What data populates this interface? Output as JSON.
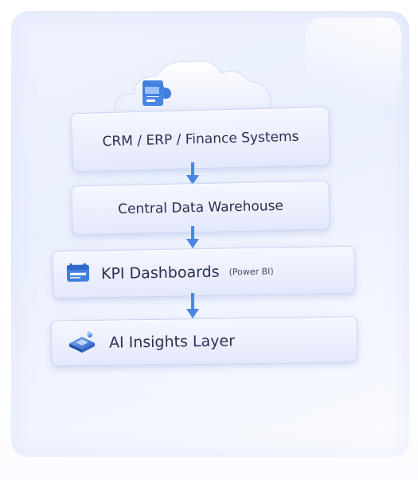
{
  "diagram": {
    "source_icons": [
      "cloud-icon",
      "document-icon",
      "folder-icon"
    ],
    "steps": [
      {
        "label": "CRM / ERP / Finance Systems",
        "sublabel": ""
      },
      {
        "label": "Central Data Warehouse",
        "sublabel": ""
      },
      {
        "label": "KPI Dashboards",
        "sublabel": "(Power BI)",
        "icon": "dashboard-icon"
      },
      {
        "label": "AI Insights Layer",
        "sublabel": "",
        "icon": "ai-chip-icon"
      }
    ],
    "colors": {
      "accent": "#3f7fe0",
      "arrow": "#4a86e4",
      "box_top": "#f5f7ff",
      "box_bottom": "#e3e8fb",
      "text": "#2a3050"
    }
  }
}
